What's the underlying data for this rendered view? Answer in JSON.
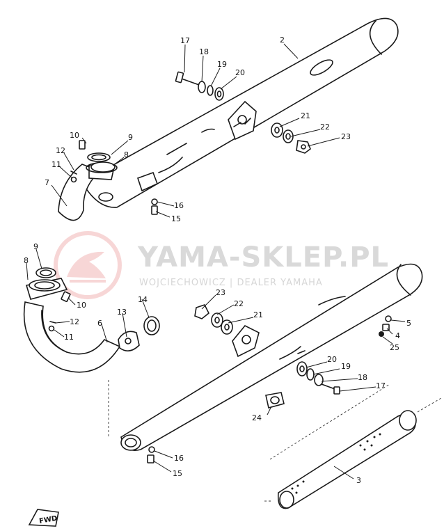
{
  "watermark": {
    "title": "YAMA-SKLEP.PL",
    "subtitle": "WOJCIECHOWICZ | DEALER YAMAHA",
    "logo_color": "#f2b5b5",
    "text_color": "#d9d9d9"
  },
  "direction_marker": {
    "label": "FWD"
  },
  "callouts": {
    "upper": {
      "c2": "2",
      "c7": "7",
      "c8": "8",
      "c9": "9",
      "c10": "10",
      "c11": "11",
      "c12": "12",
      "c15": "15",
      "c16": "16",
      "c17": "17",
      "c18": "18",
      "c19": "19",
      "c20": "20",
      "c21": "21",
      "c22": "22",
      "c23": "23"
    },
    "lower": {
      "c3": "3",
      "c4": "4",
      "c5": "5",
      "c6": "6",
      "c8": "8",
      "c9": "9",
      "c10": "10",
      "c11": "11",
      "c12": "12",
      "c13": "13",
      "c14": "14",
      "c15": "15",
      "c16": "16",
      "c17": "17",
      "c18": "18",
      "c19": "19",
      "c20": "20",
      "c21": "21",
      "c22": "22",
      "c23": "23",
      "c24": "24",
      "c25": "25"
    }
  }
}
